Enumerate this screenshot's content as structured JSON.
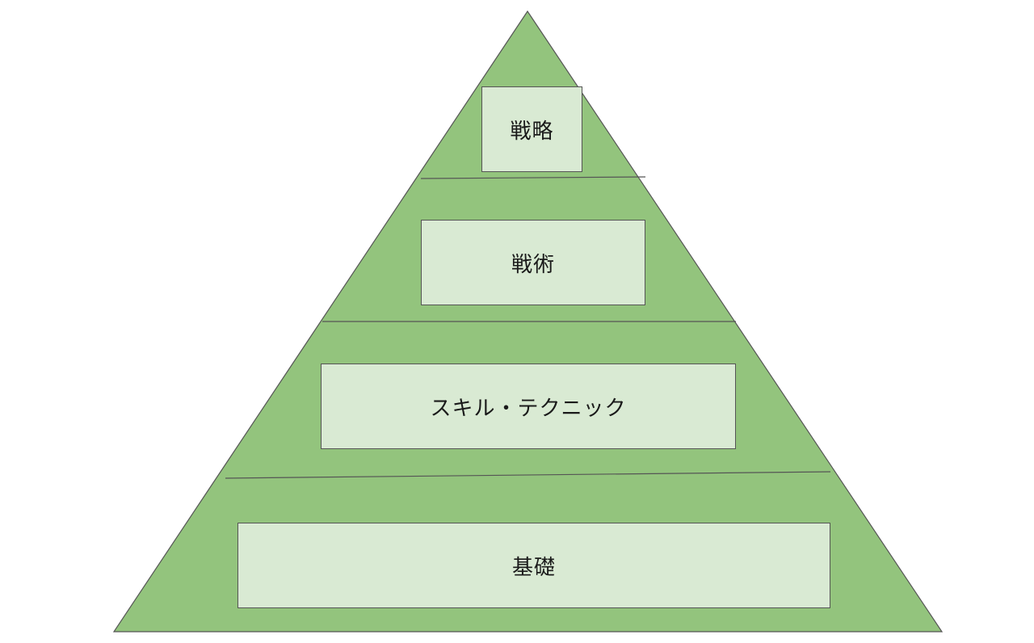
{
  "pyramid": {
    "fill_color": "#93c47d",
    "outline_color": "#555555",
    "box_fill_color": "#d9ead3",
    "tiers": [
      {
        "label": "戦略"
      },
      {
        "label": "戦術"
      },
      {
        "label": "スキル・テクニック"
      },
      {
        "label": "基礎"
      }
    ]
  }
}
